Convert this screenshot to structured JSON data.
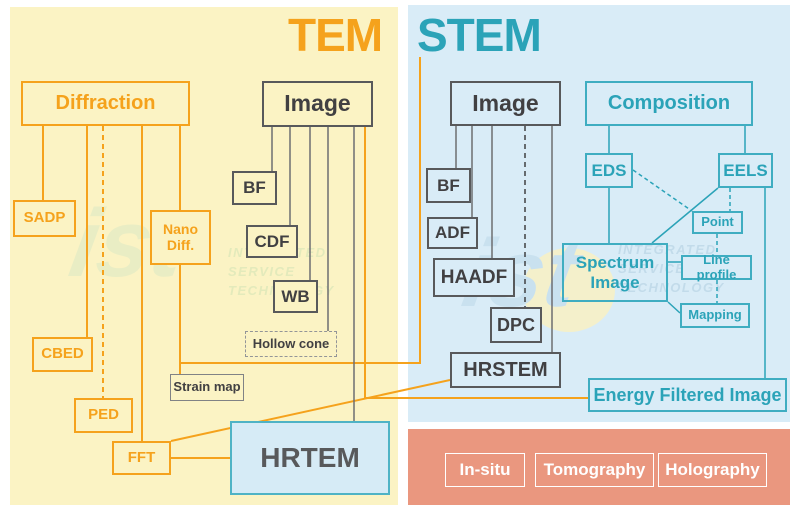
{
  "titles": {
    "tem": "TEM",
    "stem": "STEM"
  },
  "watermark": {
    "logo": "ist",
    "lines": [
      "INTEGRATED",
      "SERVICE",
      "TECHNOLOGY"
    ]
  },
  "colors": {
    "orange": "#F5A21C",
    "teal": "#2BA3B8",
    "yellow_bg": "#FBF3C4",
    "blue_bg": "#D9ECF7",
    "salmon_bg": "#EA977F",
    "dark_text": "#414042",
    "gray": "#808285"
  },
  "nodes": {
    "diffraction": {
      "label": "Diffraction"
    },
    "image_tem": {
      "label": "Image"
    },
    "sadp": {
      "label": "SADP"
    },
    "nano_diff": {
      "label": "Nano Diff."
    },
    "cbed": {
      "label": "CBED"
    },
    "ped": {
      "label": "PED"
    },
    "fft": {
      "label": "FFT"
    },
    "bf_tem": {
      "label": "BF"
    },
    "cdf": {
      "label": "CDF"
    },
    "wb": {
      "label": "WB"
    },
    "hollow_cone": {
      "label": "Hollow cone"
    },
    "strain_map": {
      "label": "Strain map"
    },
    "hrtem": {
      "label": "HRTEM"
    },
    "image_stem": {
      "label": "Image"
    },
    "bf_stem": {
      "label": "BF"
    },
    "adf": {
      "label": "ADF"
    },
    "haadf": {
      "label": "HAADF"
    },
    "dpc": {
      "label": "DPC"
    },
    "hrstem": {
      "label": "HRSTEM"
    },
    "composition": {
      "label": "Composition"
    },
    "eds": {
      "label": "EDS"
    },
    "eels": {
      "label": "EELS"
    },
    "point": {
      "label": "Point"
    },
    "spectrum_image": {
      "label": "Spectrum Image"
    },
    "line_profile": {
      "label": "Line profile"
    },
    "mapping": {
      "label": "Mapping"
    },
    "efi": {
      "label": "Energy Filtered Image"
    }
  },
  "extra_modes": {
    "items": [
      "In-situ",
      "Tomography",
      "Holography"
    ]
  }
}
